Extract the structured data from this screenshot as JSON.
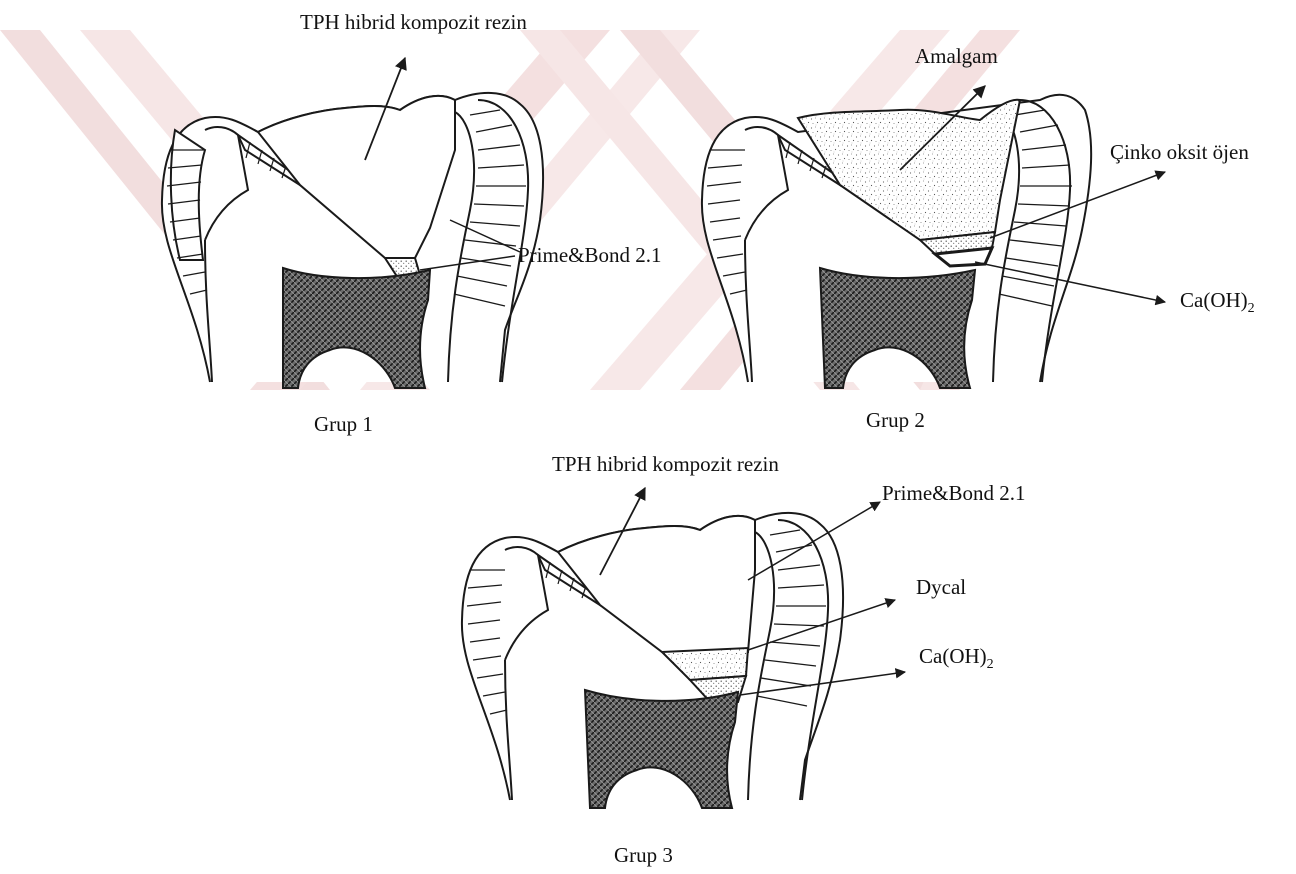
{
  "panels": [
    {
      "id": "grup1",
      "caption": "Grup 1",
      "labels": {
        "restoration": "TPH hibrid kompozit rezin",
        "adhesive": "Prime&Bond 2.1"
      }
    },
    {
      "id": "grup2",
      "caption": "Grup 2",
      "labels": {
        "restoration": "Amalgam",
        "varnish": "Çinko oksit öjen",
        "liner_base": "Ca(OH)",
        "liner_sub": "2"
      }
    },
    {
      "id": "grup3",
      "caption": "Grup 3",
      "labels": {
        "restoration": "TPH hibrid kompozit rezin",
        "adhesive": "Prime&Bond 2.1",
        "base": "Dycal",
        "liner_base": "Ca(OH)",
        "liner_sub": "2"
      }
    }
  ],
  "colors": {
    "line": "#1a1a1a",
    "pulp": "#3a3a3a",
    "watermark": "#e8c4c4"
  }
}
